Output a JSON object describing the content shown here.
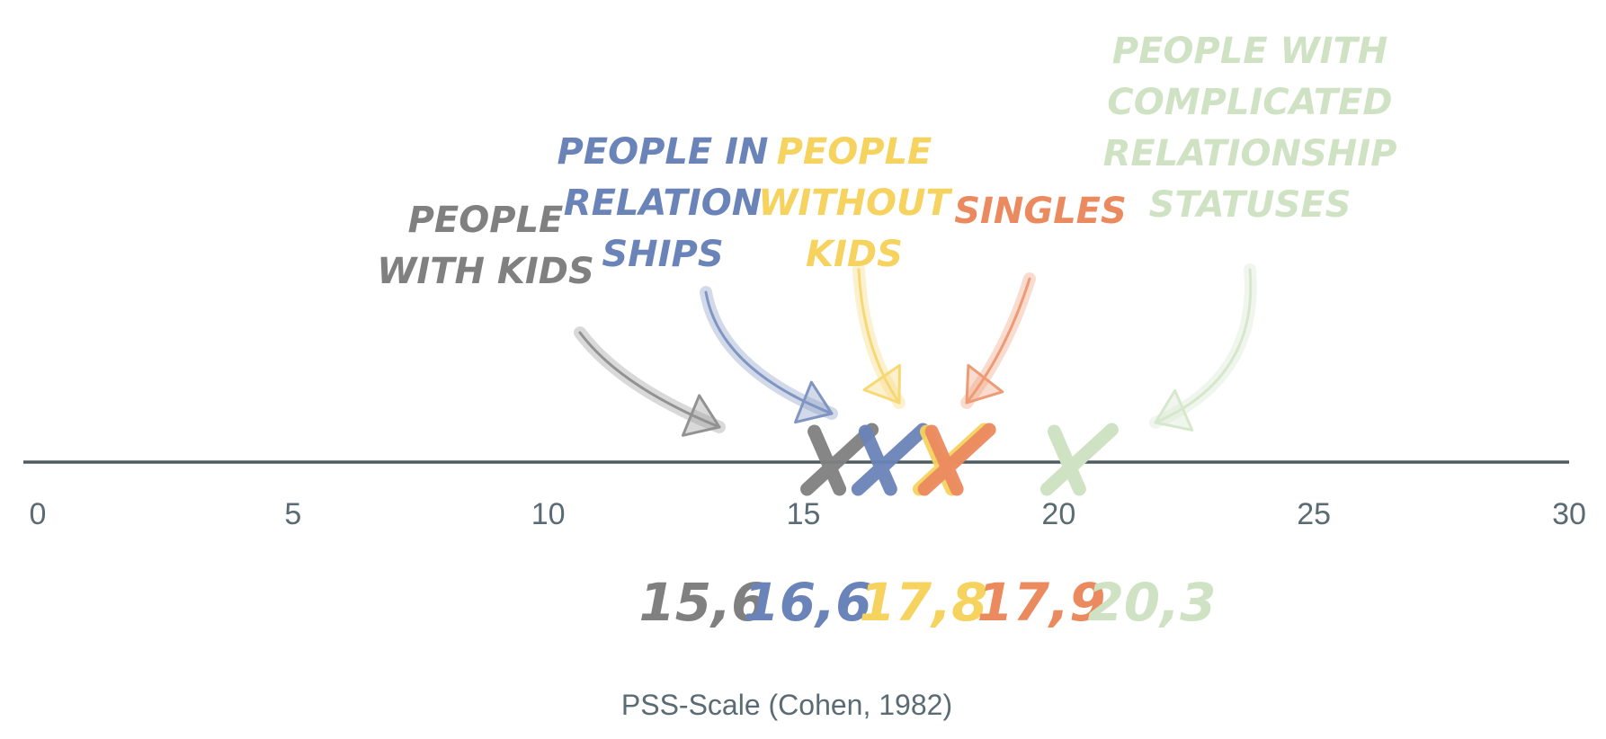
{
  "chart_data": {
    "type": "scatter",
    "axis_label": "PSS-Scale (Cohen, 1982)",
    "xlim": [
      0,
      30
    ],
    "ticks": [
      0,
      5,
      10,
      15,
      20,
      25,
      30
    ],
    "grid": false,
    "points": [
      {
        "label_lines": [
          "PEOPLE",
          "WITH KIDS"
        ],
        "value": 15.6,
        "value_label": "15,6",
        "color": "#808080"
      },
      {
        "label_lines": [
          "PEOPLE IN",
          "RELATION",
          "SHIPS"
        ],
        "value": 16.6,
        "value_label": "16,6",
        "color": "#6a83b8"
      },
      {
        "label_lines": [
          "PEOPLE",
          "WITHOUT",
          "KIDS"
        ],
        "value": 17.8,
        "value_label": "17,8",
        "color": "#f6d25e"
      },
      {
        "label_lines": [
          "SINGLES"
        ],
        "value": 17.9,
        "value_label": "17,9",
        "color": "#eb8a5e"
      },
      {
        "label_lines": [
          "PEOPLE WITH",
          "COMPLICATED",
          "RELATIONSHIP",
          "STATUSES"
        ],
        "value": 20.3,
        "value_label": "20,3",
        "color": "#cfe3c4"
      }
    ]
  }
}
